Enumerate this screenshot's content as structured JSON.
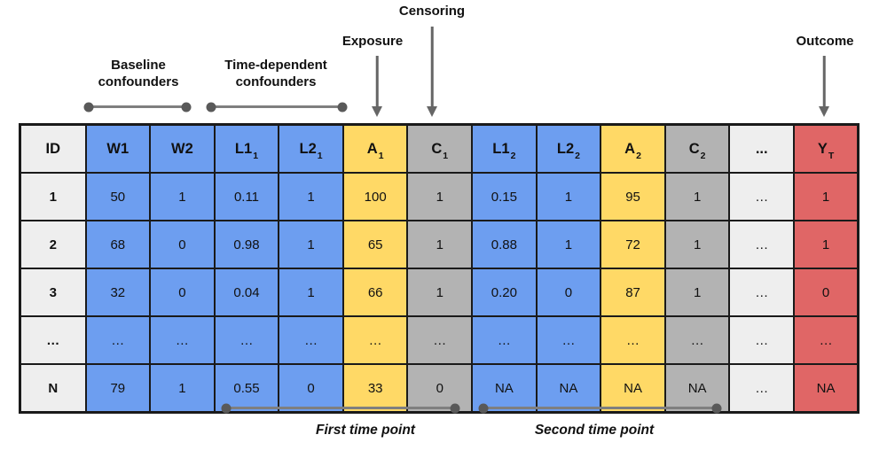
{
  "annotations": {
    "censoring": "Censoring",
    "exposure": "Exposure",
    "outcome": "Outcome",
    "baseline_confounders": "Baseline confounders",
    "time_dependent_confounders": "Time-dependent confounders",
    "first_time_point": "First time point",
    "second_time_point": "Second time point"
  },
  "table": {
    "columns": [
      {
        "base": "ID",
        "sub": "",
        "color": "light"
      },
      {
        "base": "W1",
        "sub": "",
        "color": "blue"
      },
      {
        "base": "W2",
        "sub": "",
        "color": "blue"
      },
      {
        "base": "L1",
        "sub": "1",
        "color": "blue"
      },
      {
        "base": "L2",
        "sub": "1",
        "color": "blue"
      },
      {
        "base": "A",
        "sub": "1",
        "color": "yellow"
      },
      {
        "base": "C",
        "sub": "1",
        "color": "gray"
      },
      {
        "base": "L1",
        "sub": "2",
        "color": "blue"
      },
      {
        "base": "L2",
        "sub": "2",
        "color": "blue"
      },
      {
        "base": "A",
        "sub": "2",
        "color": "yellow"
      },
      {
        "base": "C",
        "sub": "2",
        "color": "gray"
      },
      {
        "base": "...",
        "sub": "",
        "color": "light"
      },
      {
        "base": "Y",
        "sub": "T",
        "color": "red"
      }
    ],
    "rows": [
      [
        "1",
        "50",
        "1",
        "0.11",
        "1",
        "100",
        "1",
        "0.15",
        "1",
        "95",
        "1",
        "…",
        "1"
      ],
      [
        "2",
        "68",
        "0",
        "0.98",
        "1",
        "65",
        "1",
        "0.88",
        "1",
        "72",
        "1",
        "…",
        "1"
      ],
      [
        "3",
        "32",
        "0",
        "0.04",
        "1",
        "66",
        "1",
        "0.20",
        "0",
        "87",
        "1",
        "…",
        "0"
      ],
      [
        "…",
        "…",
        "…",
        "…",
        "…",
        "…",
        "…",
        "…",
        "…",
        "…",
        "…",
        "…",
        "…"
      ],
      [
        "N",
        "79",
        "1",
        "0.55",
        "0",
        "33",
        "0",
        "NA",
        "NA",
        "NA",
        "NA",
        "…",
        "NA"
      ]
    ]
  },
  "colors": {
    "blue": "#6d9ef0",
    "yellow": "#ffd966",
    "gray": "#b3b3b3",
    "red": "#e06666",
    "light": "#eeeeee",
    "border": "#1a1a1a",
    "arrow": "#666666",
    "bracket_line": "#7f7f7f",
    "bracket_dot": "#595959"
  }
}
